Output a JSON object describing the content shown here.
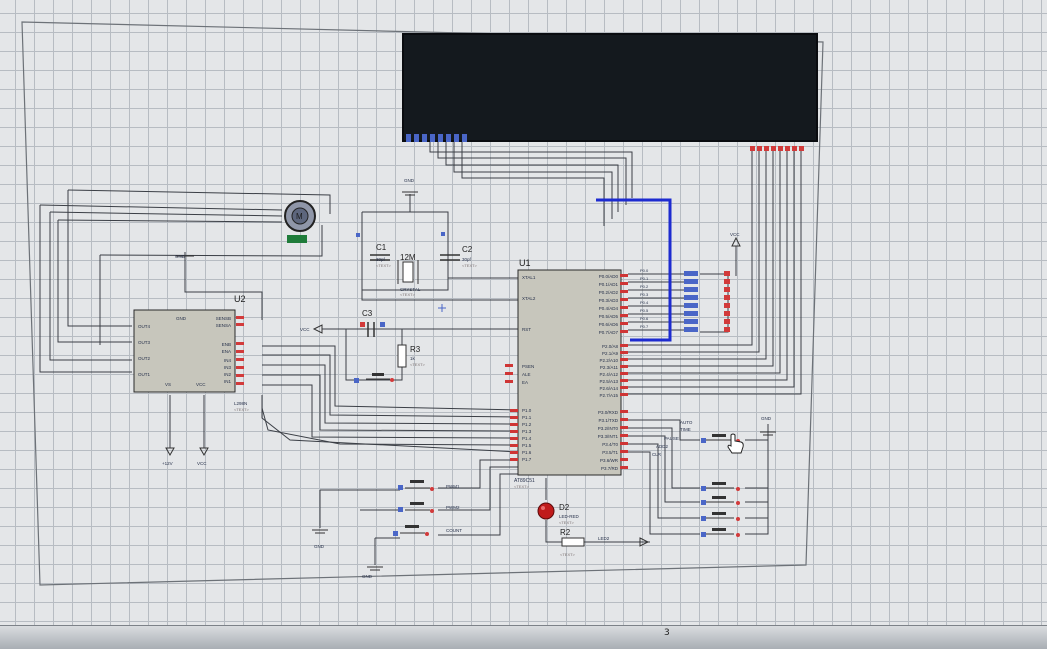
{
  "components": {
    "u1": {
      "ref": "U1",
      "part": "AT89C51",
      "left_pins": [
        "XTAL1",
        "XTAL2",
        "RST",
        "PSEN",
        "ALE",
        "EA",
        "P1.0",
        "P1.1",
        "P1.2",
        "P1.3",
        "P1.4",
        "P1.5",
        "P1.6",
        "P1.7"
      ],
      "right_pins": [
        "P0.0/AD0",
        "P0.1/AD1",
        "P0.2/AD2",
        "P0.3/AD3",
        "P0.4/AD4",
        "P0.5/AD5",
        "P0.6/AD6",
        "P0.7/AD7",
        "P2.0/A8",
        "P2.1/A9",
        "P2.2/A10",
        "P2.3/A11",
        "P2.4/A12",
        "P2.5/A13",
        "P2.6/A14",
        "P2.7/A15",
        "P3.0/RXD",
        "P3.1/TXD",
        "P3.2/INT0",
        "P3.3/INT1",
        "P3.4/T0",
        "P3.5/T1",
        "P3.6/WR",
        "P3.7/RD"
      ]
    },
    "u2": {
      "ref": "U2",
      "part": "L298N",
      "left_pins": [
        "OUT4",
        "OUT3",
        "OUT2",
        "OUT1"
      ],
      "right_pins": [
        "SENSB",
        "SENSA",
        "ENB",
        "ENA",
        "IN4",
        "IN3",
        "IN2",
        "IN1"
      ],
      "top_pin": "GND",
      "bottom_pins": [
        "VS",
        "VCC"
      ]
    },
    "c1": {
      "ref": "C1",
      "value": "30pf"
    },
    "c2": {
      "ref": "C2",
      "value": "30pf"
    },
    "x1": {
      "value": "12M",
      "part": "CRYSTAL"
    },
    "r3": {
      "ref": "R3",
      "value": "1k"
    },
    "d2": {
      "ref": "D2",
      "part": "LED-RED"
    },
    "r2": {
      "ref": "R2"
    },
    "c3": {
      "ref": "C3"
    },
    "motor_label": "M",
    "rpack_pins": [
      "P0.0",
      "P0.1",
      "P0.2",
      "P0.3",
      "P0.4",
      "P0.5",
      "P0.6",
      "P0.7"
    ]
  },
  "net_labels": {
    "gnd": "GND",
    "vcc": "VCC",
    "plus12v": "+12V",
    "vcc_pin": "VCC",
    "led_net": "LED2"
  },
  "switch_labels": [
    "PWM1",
    "PWM2",
    "COUNT"
  ],
  "key_labels": [
    "AUTO",
    "TIME",
    "PAUSE",
    "ADD2",
    "CLR"
  ],
  "text_placeholder": "<TEXT>",
  "status": {
    "page": "3"
  }
}
